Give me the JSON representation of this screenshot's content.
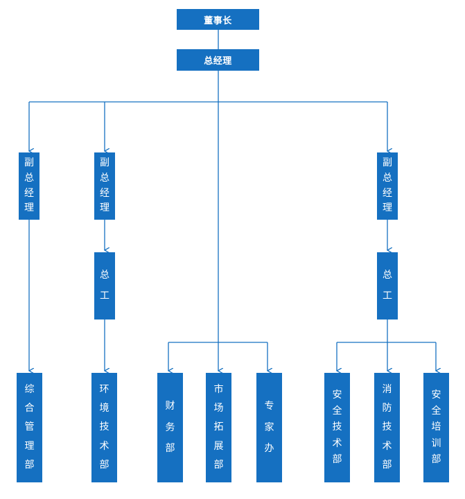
{
  "colors": {
    "node_fill": "#1570c1",
    "connector": "#1570c1",
    "text": "#ffffff"
  },
  "nodes": {
    "chairman": "董事长",
    "gm": "总经理",
    "vp_left": "副总经理",
    "vp_mid": "副总经理",
    "vp_right": "副总经理",
    "chief_eng_left": "总工",
    "chief_eng_right": "总工",
    "dept_general_mgmt": "综合管理部",
    "dept_env_tech": "环境技术部",
    "dept_finance": "财务部",
    "dept_market": "市场拓展部",
    "dept_expert": "专家办",
    "dept_safety_tech": "安全技术部",
    "dept_fire_tech": "消防技术部",
    "dept_safety_training": "安全培训部"
  }
}
